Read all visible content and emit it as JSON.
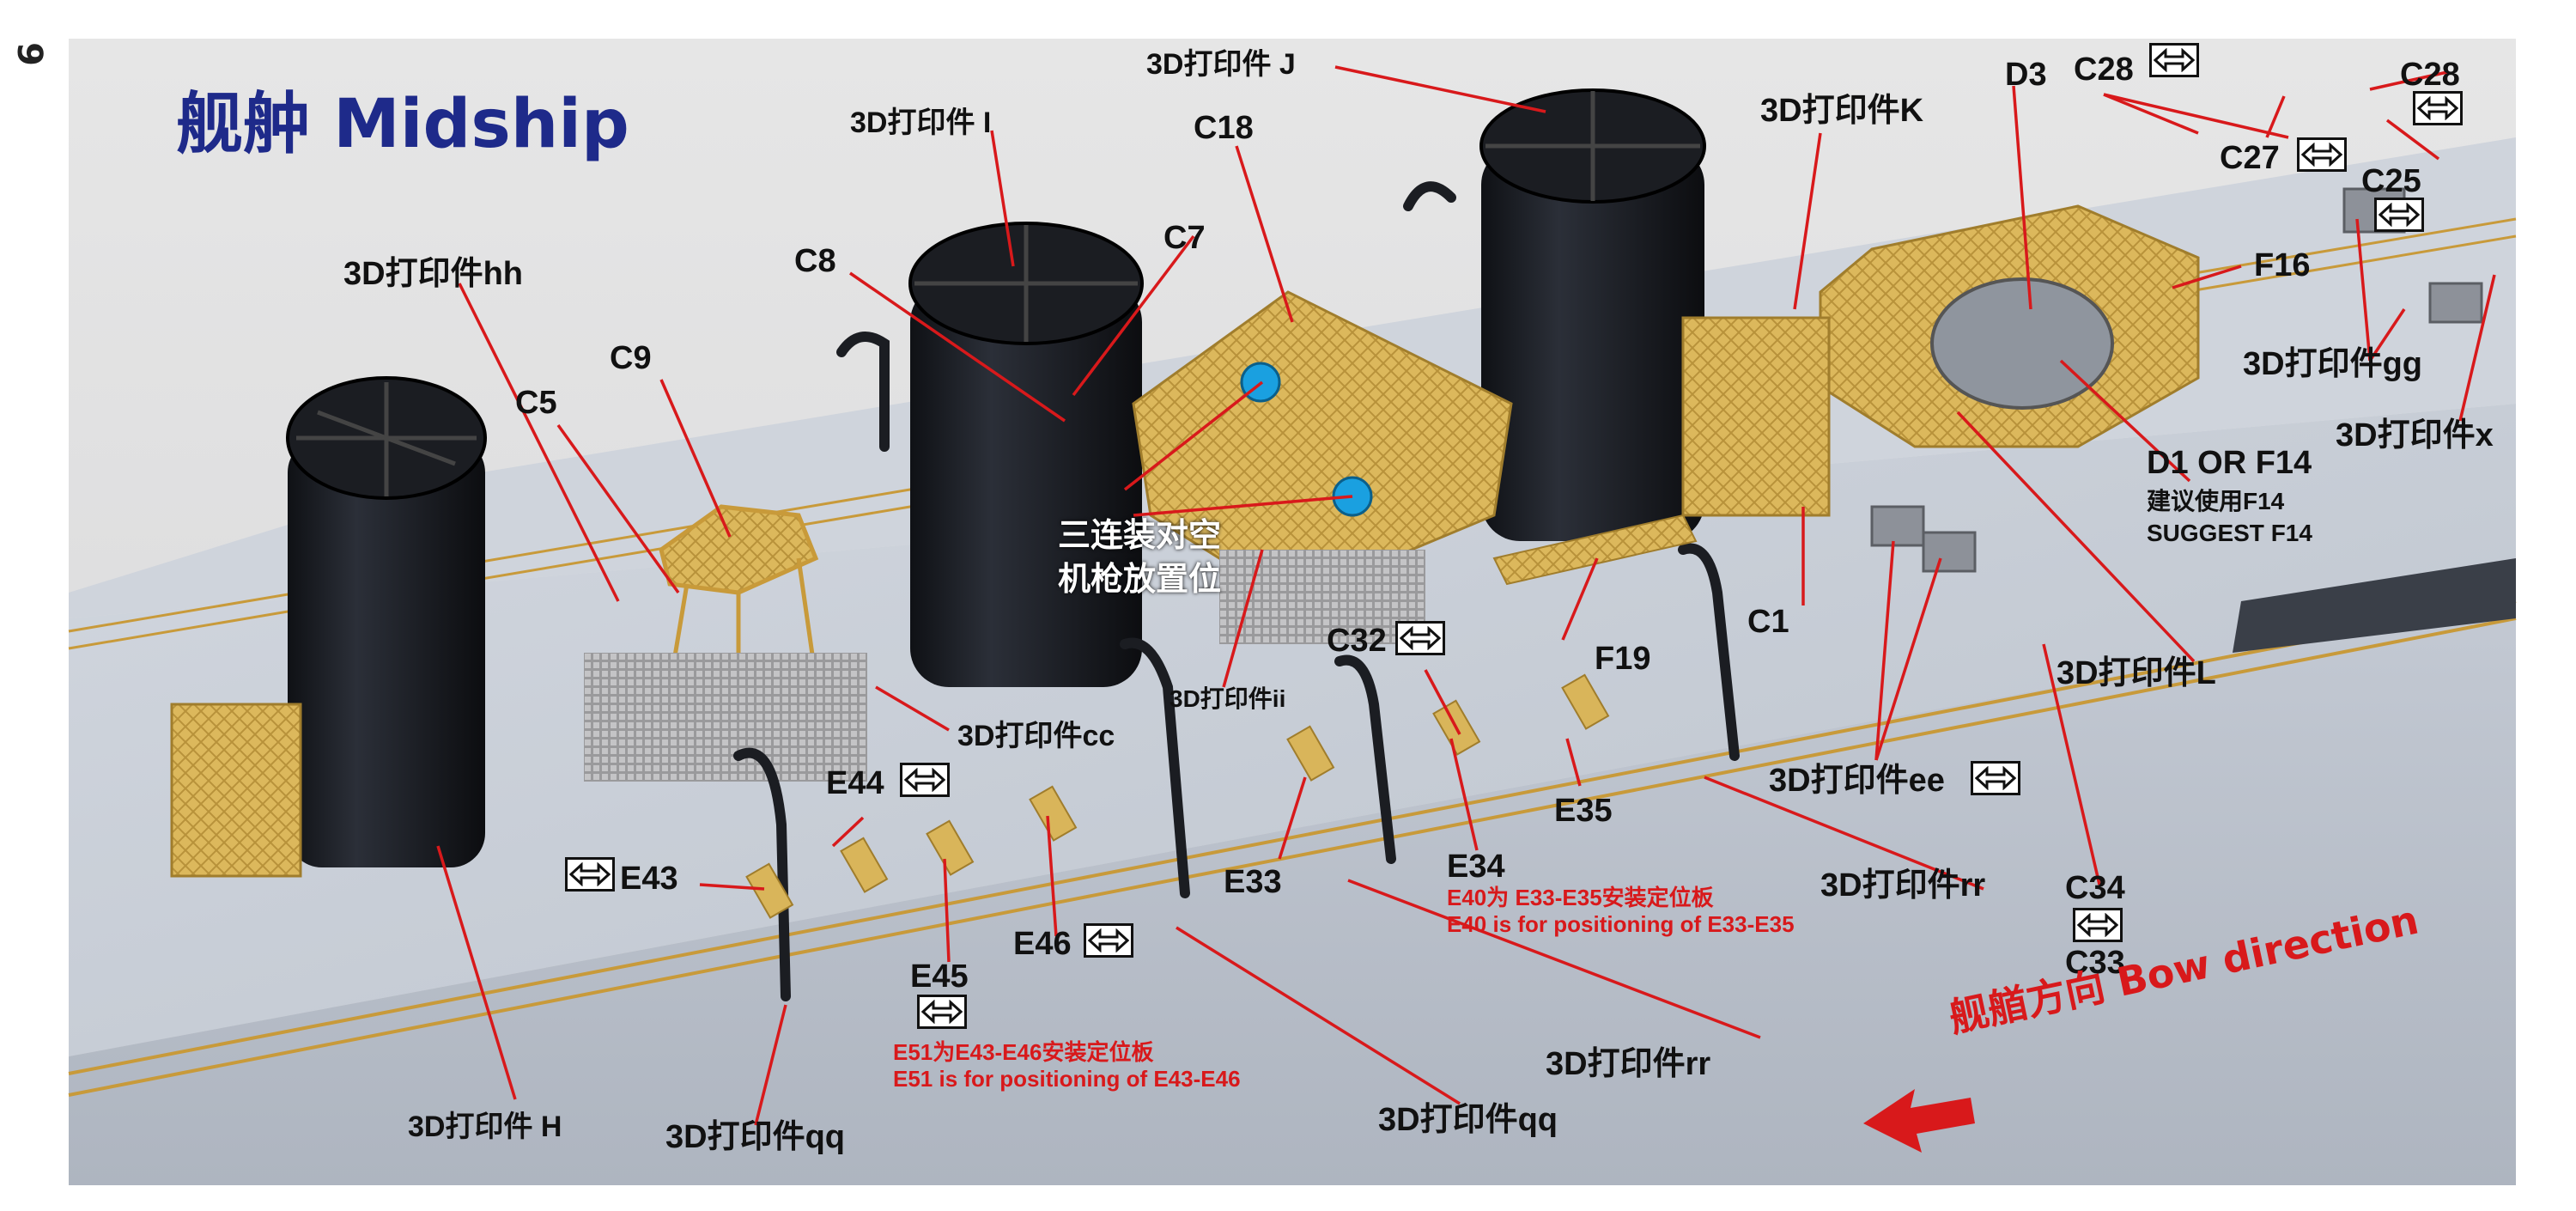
{
  "page_number": "9",
  "title": "舰舯 Midship",
  "note_white": [
    "三连装对空",
    "机枪放置位"
  ],
  "bow_direction": "舰艏方向 Bow direction",
  "labels": {
    "J": "3D打印件 J",
    "I": "3D打印件 I",
    "C18": "C18",
    "D3": "D3",
    "C28a": "C28",
    "C28b": "C28",
    "K": "3D打印件K",
    "C27": "C27",
    "C25": "C25",
    "C8": "C8",
    "C7": "C7",
    "F16": "F16",
    "hh": "3D打印件hh",
    "gg": "3D打印件gg",
    "C9": "C9",
    "C5": "C5",
    "x": "3D打印件x",
    "D1F14": "D1 OR F14",
    "suggest_cn": "建议使用F14",
    "suggest_en": "SUGGEST F14",
    "C1": "C1",
    "C32": "C32",
    "L": "3D打印件L",
    "F19": "F19",
    "ii": "3D打印件ii",
    "cc": "3D打印件cc",
    "ee": "3D打印件ee",
    "E44": "E44",
    "E35": "E35",
    "E43": "E43",
    "E33": "E33",
    "E34": "E34",
    "rr1": "3D打印件rr",
    "C34": "C34",
    "C33": "C33",
    "E46": "E46",
    "E45": "E45",
    "rr2": "3D打印件rr",
    "H": "3D打印件 H",
    "qq1": "3D打印件qq",
    "qq2": "3D打印件qq"
  },
  "notes_red": {
    "e40_cn": "E40为 E33-E35安装定位板",
    "e40_en": "E40 is for positioning of E33-E35",
    "e51_cn": "E51为E43-E46安装定位板",
    "e51_en": "E51 is for positioning of E43-E46"
  },
  "colors": {
    "title": "#1e2a8a",
    "leader_red": "#d8191b",
    "deck_grey": "#c9ced7",
    "funnel_black": "#1b1d22",
    "photo_etch_gold": "#d9b55a",
    "marker_blue": "#1aa0e0"
  },
  "icons": [
    "swap-arrow-icon",
    "bow-arrow-icon"
  ]
}
